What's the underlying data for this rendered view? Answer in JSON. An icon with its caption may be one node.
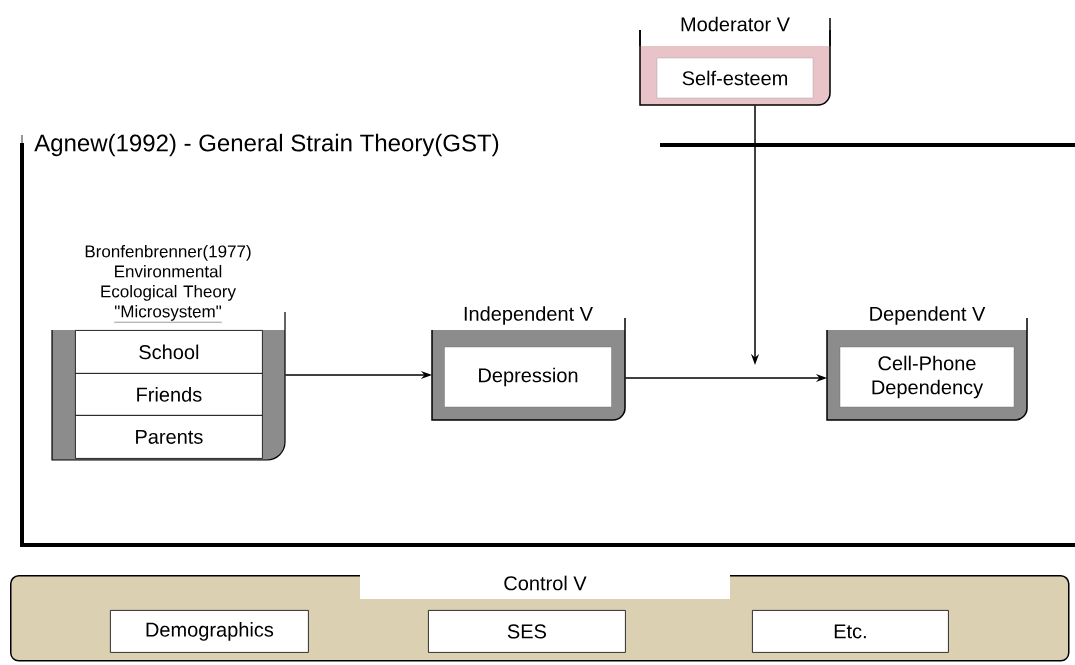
{
  "diagram": {
    "nodes": [
      {
        "text": [
          "Agnew(1992) - General Strain Theory(GST)"
        ]
      },
      {
        "text": [
          "Bronfenbrenner(1977) Environmental Ecological Theory",
          "\"Microsystem\""
        ],
        "in": 0
      },
      {
        "text": [
          "School"
        ],
        "in": 1
      },
      {
        "text": [
          "Friends"
        ],
        "in": 1
      },
      {
        "text": [
          "Parents"
        ],
        "in": 1
      },
      {
        "text": [
          "Independent V",
          "Depression"
        ],
        "in": 0
      },
      {
        "text": [
          "Dependent V",
          "Cell-Phone Dependency"
        ],
        "in": 0
      },
      {
        "text": [
          "Moderator V",
          "Self-esteem"
        ]
      },
      {
        "text": [
          "Control V"
        ]
      },
      {
        "text": [
          "Demographics"
        ],
        "in": 8
      },
      {
        "text": [
          "SES"
        ],
        "in": 8
      },
      {
        "text": [
          "Etc."
        ],
        "in": 8
      }
    ],
    "edges": [
      {
        "from": 1,
        "to": 5,
        "arrow": "to"
      },
      {
        "from": 5,
        "to": 6,
        "arrow": "to"
      },
      {
        "from": 7,
        "to": null,
        "arrow": "to"
      }
    ]
  }
}
